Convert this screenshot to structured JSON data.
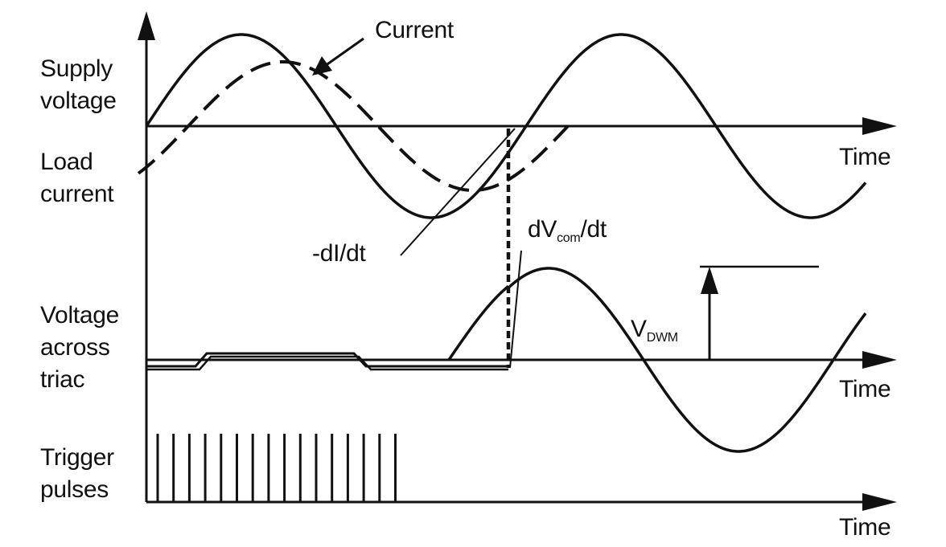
{
  "row_labels": {
    "supply_voltage": [
      "Supply",
      "voltage"
    ],
    "load_current": [
      "Load",
      "current"
    ],
    "voltage_across_triac": [
      "Voltage",
      "across",
      "triac"
    ],
    "trigger_pulses": [
      "Trigger",
      "pulses"
    ]
  },
  "axis_labels": {
    "time_top": "Time",
    "time_middle": "Time",
    "time_bottom": "Time"
  },
  "annotations": {
    "current": "Current",
    "di_dt": "-dI/dt",
    "dv_com_dt": {
      "prefix": "dV",
      "sub": "com",
      "suffix": "/dt"
    },
    "v_dwm": {
      "main": "V",
      "sub": "DWM"
    }
  },
  "trigger_pulse_count": 16,
  "colors": {
    "stroke": "#111111",
    "background": "#ffffff"
  }
}
